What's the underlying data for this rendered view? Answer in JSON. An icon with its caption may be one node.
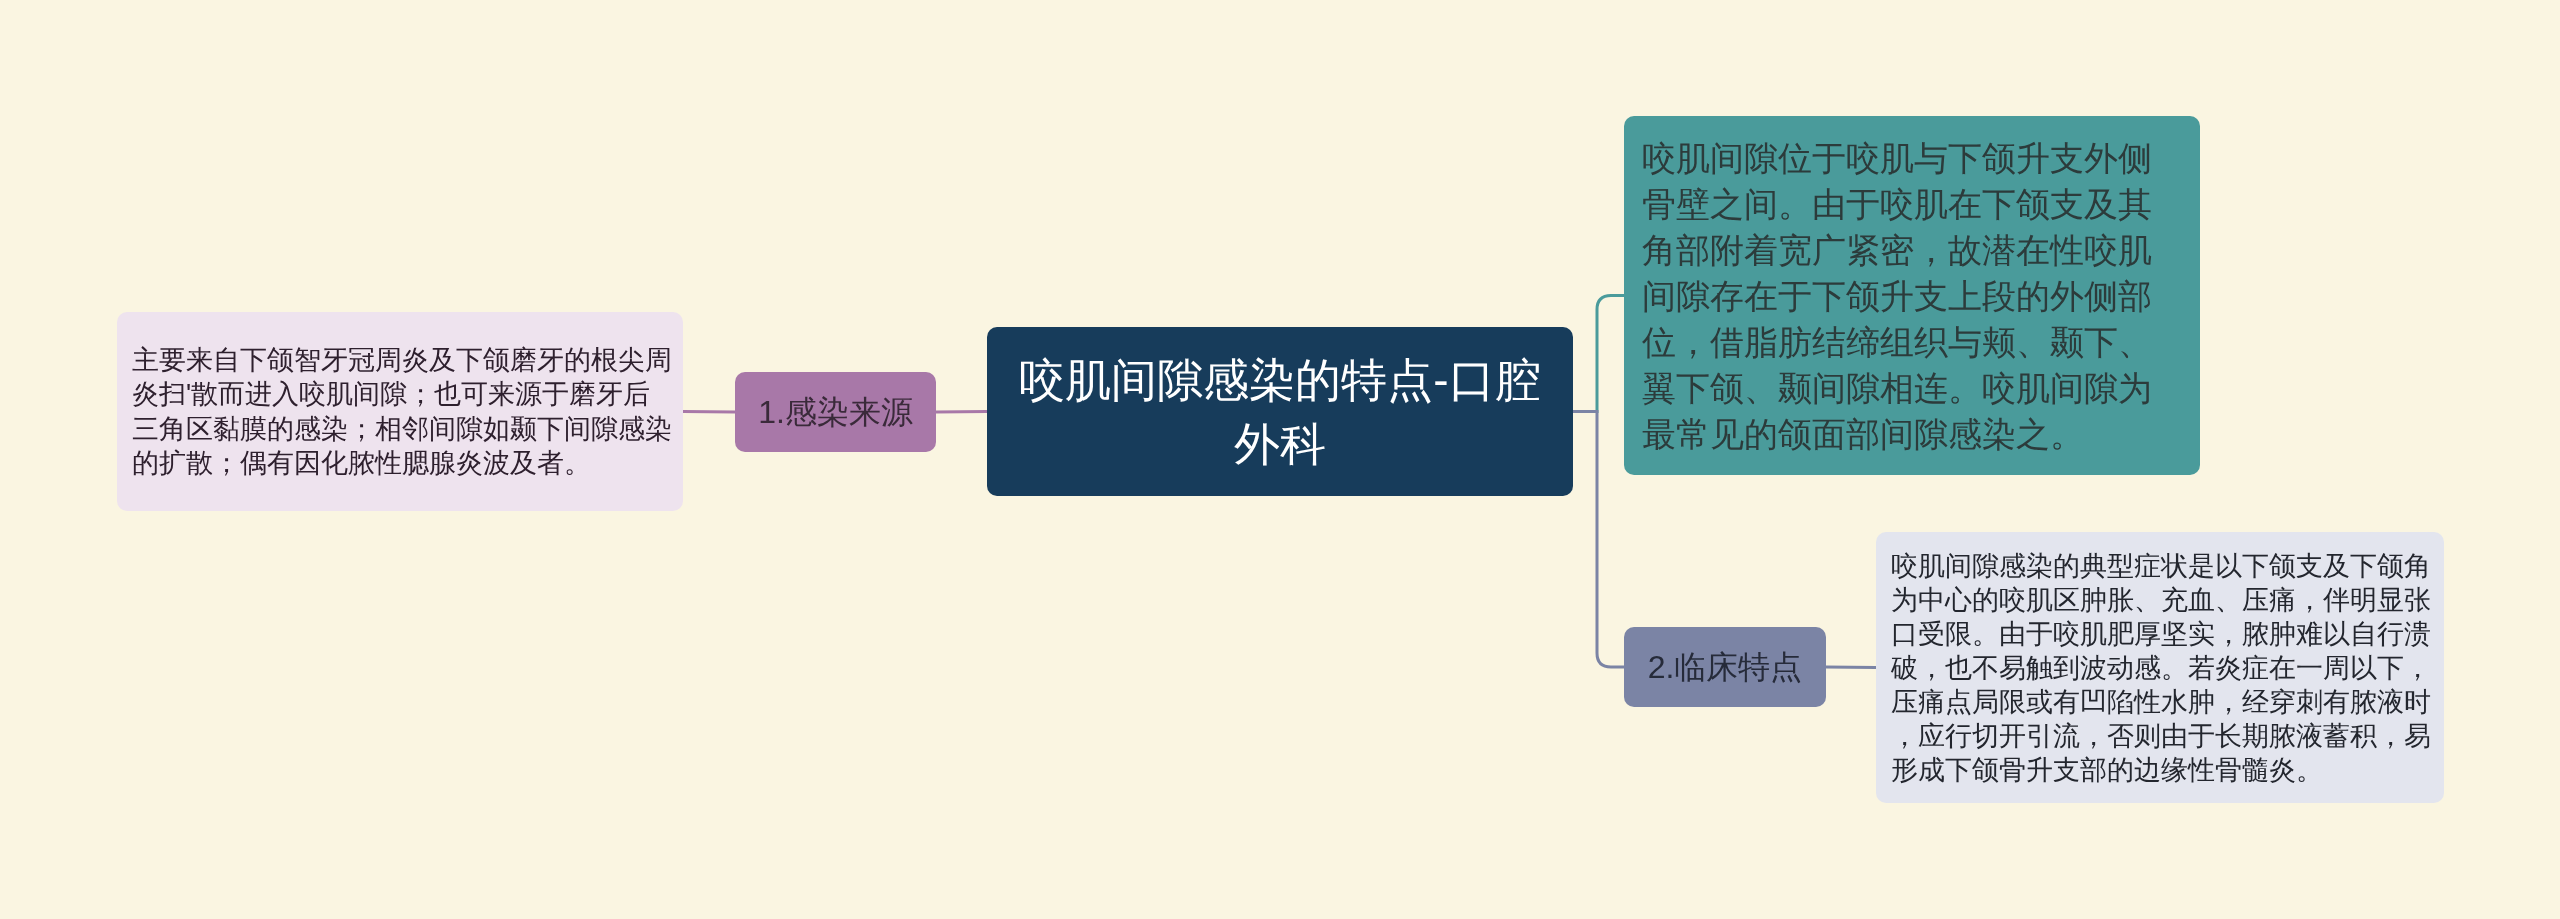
{
  "diagram": {
    "nodes": [
      {
        "text": [
          "咬肌间隙感染的特点-口腔外科"
        ]
      },
      {
        "text": [
          "1.感染来源"
        ]
      },
      {
        "text": [
          "主要来自下颌智牙冠周炎及下颌磨牙的根尖周炎扫'散而进入咬肌间隙；也可来源于磨牙后三角区黏膜的感染；相邻间隙如颞下间隙感染的扩散；偶有因化脓性腮腺炎波及者。"
        ]
      },
      {
        "text": [
          "咬肌间隙位于咬肌与下颌升支外侧骨壁之间。由于咬肌在下颌支及其角部附着宽广紧密，故潜在性咬肌间隙存在于下颌升支上段的外侧部位，借脂肪结缔组织与颊、颞下、翼下颌、颞间隙相连。咬肌间隙为最常见的颌面部间隙感染之。"
        ]
      },
      {
        "text": [
          "2.临床特点"
        ]
      },
      {
        "text": [
          "咬肌间隙感染的典型症状是以下颌支及下颌角为中心的咬肌区肿胀、充血、压痛，伴明显张口受限。由于咬肌肥厚坚实，脓肿难以自行溃破，也不易触到波动感。若炎症在一周以下，压痛点局限或有凹陷性水肿，经穿刺有脓液时，应行切开引流，否则由于长期脓液蓄积，易形成下颌骨升支部的边缘性骨髓炎。"
        ]
      }
    ],
    "edges": [
      {
        "from": 0,
        "to": 1,
        "arrow": "none",
        "color": "#a878a8"
      },
      {
        "from": 1,
        "to": 2,
        "arrow": "none",
        "color": "#a878a8"
      },
      {
        "from": 0,
        "to": 3,
        "arrow": "none",
        "color": "#4a9b9b"
      },
      {
        "from": 0,
        "to": 4,
        "arrow": "none",
        "color": "#7b84a5"
      },
      {
        "from": 4,
        "to": 5,
        "arrow": "none",
        "color": "#7b84a5"
      }
    ]
  }
}
